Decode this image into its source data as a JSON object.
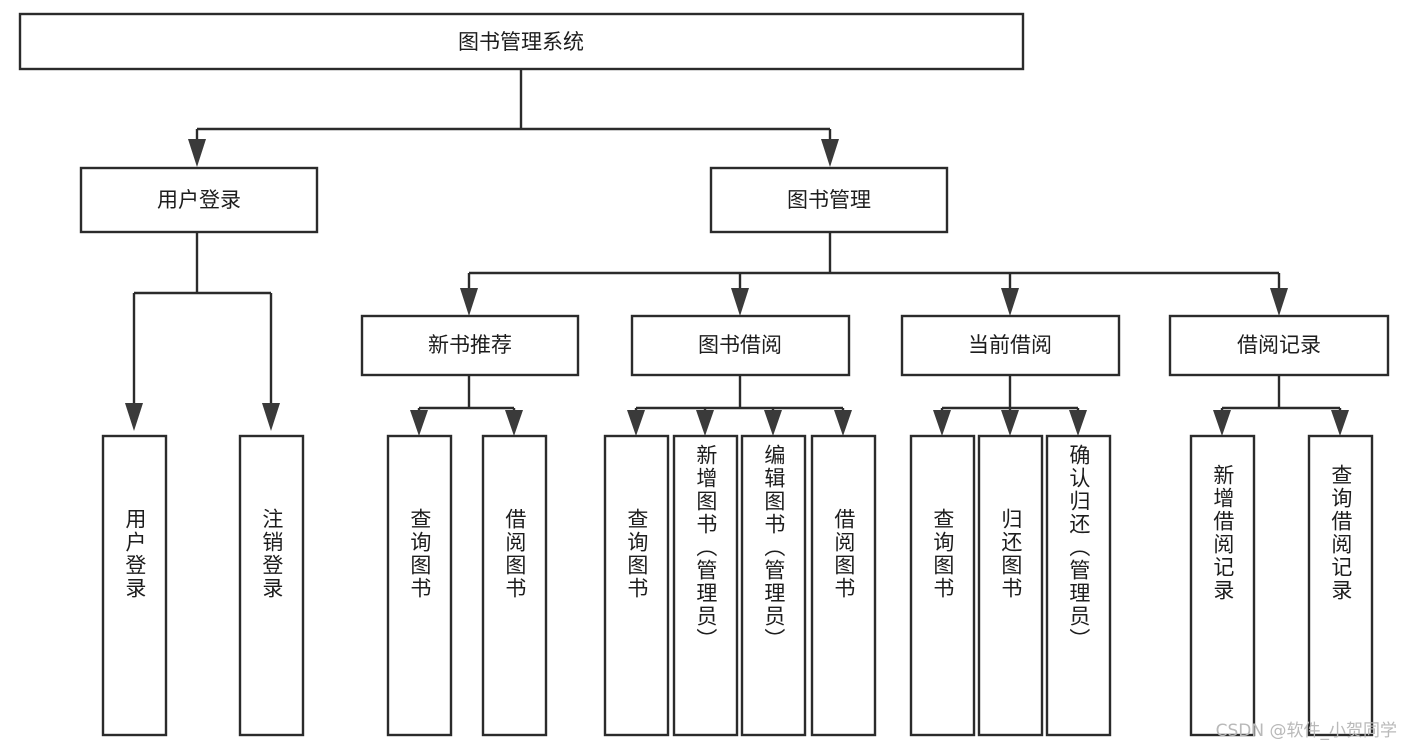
{
  "diagram": {
    "type": "hierarchy-tree",
    "title": "图书管理系统",
    "orientation": "top-down",
    "colors": {
      "box_fill": "#ffffff",
      "box_stroke": "#2b2b2b",
      "connector": "#2b2b2b",
      "text": "#1d1d1d",
      "watermark": "#b9b9b9"
    },
    "root": {
      "label": "图书管理系统"
    },
    "level2": [
      {
        "label": "用户登录"
      },
      {
        "label": "图书管理"
      }
    ],
    "level3": [
      {
        "label": "新书推荐"
      },
      {
        "label": "图书借阅"
      },
      {
        "label": "当前借阅"
      },
      {
        "label": "借阅记录"
      }
    ],
    "leaves": {
      "user_login": [
        {
          "label": "用户登录"
        },
        {
          "label": "注销登录"
        }
      ],
      "new_book_recommend": [
        {
          "label": "查询图书"
        },
        {
          "label": "借阅图书"
        }
      ],
      "book_borrow": [
        {
          "label": "查询图书"
        },
        {
          "label": "新增图书（管理员）"
        },
        {
          "label": "编辑图书（管理员）"
        },
        {
          "label": "借阅图书"
        }
      ],
      "current_borrow": [
        {
          "label": "查询图书"
        },
        {
          "label": "归还图书"
        },
        {
          "label": "确认归还（管理员）"
        }
      ],
      "borrow_record": [
        {
          "label": "新增借阅记录"
        },
        {
          "label": "查询借阅记录"
        }
      ]
    }
  },
  "watermark": {
    "text": "CSDN @软件_小贺同学"
  }
}
